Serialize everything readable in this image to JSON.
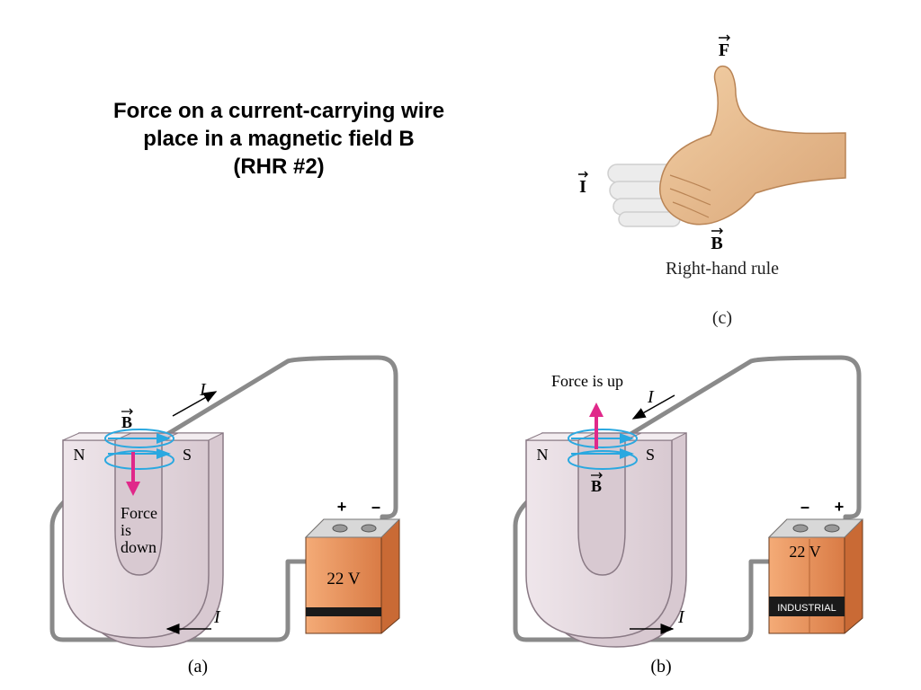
{
  "title": {
    "line1": "Force on a current-carrying wire",
    "line2": "place in a magnetic field B",
    "line3": "(RHR #2)"
  },
  "hand_diagram": {
    "force_label": "F",
    "current_label": "I",
    "field_label": "B",
    "caption": "Right-hand rule",
    "panel_label": "(c)"
  },
  "panel_a": {
    "field_label": "B",
    "pole_north": "N",
    "pole_south": "S",
    "force_line1": "Force",
    "force_line2": "is",
    "force_line3": "down",
    "current_top": "I",
    "current_bottom": "I",
    "battery_plus": "+",
    "battery_minus": "–",
    "battery_voltage": "22 V",
    "panel_label": "(a)"
  },
  "panel_b": {
    "force_label": "Force is up",
    "field_label": "B",
    "pole_north": "N",
    "pole_south": "S",
    "current_top": "I",
    "current_bottom": "I",
    "battery_minus": "–",
    "battery_plus": "+",
    "battery_voltage": "22 V",
    "battery_brand": "INDUSTRIAL",
    "panel_label": "(b)"
  },
  "colors": {
    "field_lines": "#2aa8e0",
    "force_arrow": "#e0288a",
    "magnet": "#e8dde3",
    "battery": "#e8925a",
    "wire": "#8a8a8a"
  }
}
